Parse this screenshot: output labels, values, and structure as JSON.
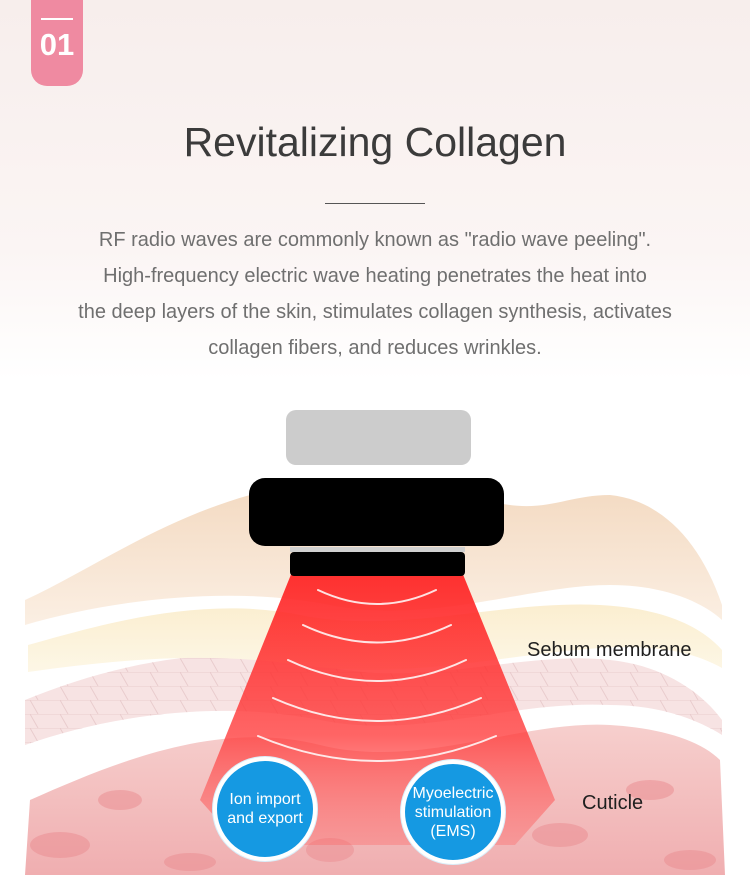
{
  "badge": {
    "number": "01"
  },
  "header": {
    "title": "Revitalizing Collagen"
  },
  "description": {
    "lines": [
      "RF radio waves are commonly known as \"radio wave peeling\".",
      "High-frequency electric wave heating penetrates the heat into",
      "the deep layers of the skin, stimulates collagen synthesis, activates",
      "collagen fibers, and reduces wrinkles."
    ]
  },
  "illustration": {
    "labels": {
      "sebum_membrane": "Sebum membrane",
      "cuticle": "Cuticle"
    },
    "features": [
      {
        "lines": [
          "Ion import",
          "and export"
        ]
      },
      {
        "lines": [
          "Myoelectric",
          "stimulation",
          "(EMS)"
        ]
      }
    ]
  },
  "colors": {
    "badge": "#ef8aa1",
    "beam": "#ff2a2a",
    "feature_circle": "#1599e2",
    "device_top": "#cccccc",
    "device_body": "#000000",
    "skin_top": "#f7e6d4",
    "sebum": "#fcf3d8",
    "tissue": "#f2b5b7"
  }
}
